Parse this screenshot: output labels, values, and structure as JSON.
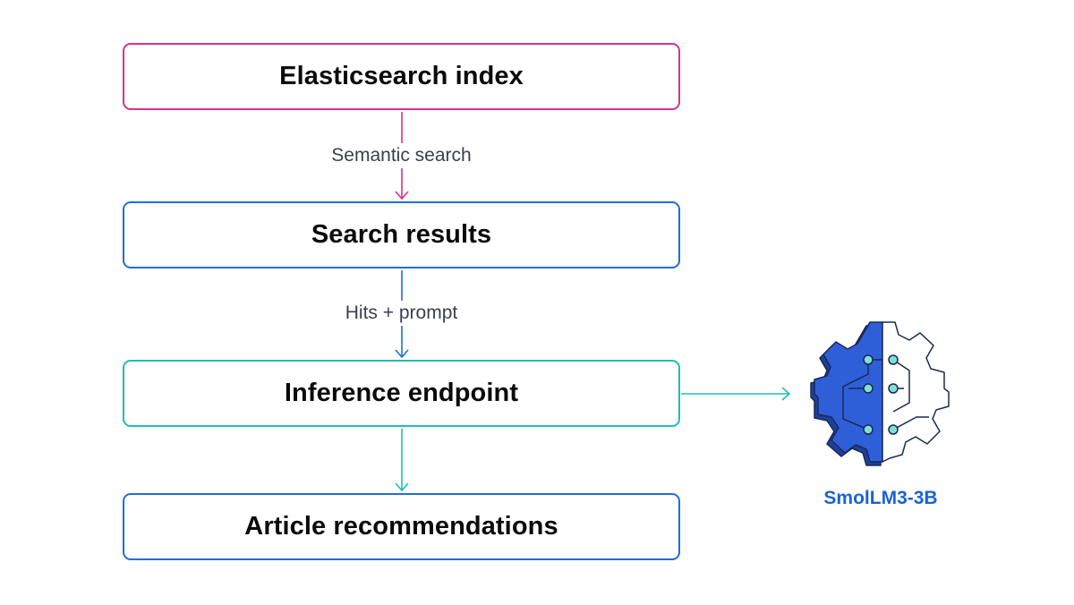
{
  "nodes": [
    {
      "id": "es-index",
      "label": "Elasticsearch index",
      "border_color": "#d6338a"
    },
    {
      "id": "search-results",
      "label": "Search results",
      "border_color": "#1f6fd6"
    },
    {
      "id": "inference-endpoint",
      "label": "Inference endpoint",
      "border_color": "#22bdb0"
    },
    {
      "id": "article-recs",
      "label": "Article recommendations",
      "border_color": "#1f6fd6"
    }
  ],
  "edges": [
    {
      "from": "es-index",
      "to": "search-results",
      "label": "Semantic search",
      "color": "#d6338a"
    },
    {
      "from": "search-results",
      "to": "inference-endpoint",
      "label": "Hits + prompt",
      "color": "#1f6fd6"
    },
    {
      "from": "inference-endpoint",
      "to": "article-recs",
      "label": "",
      "color": "#22bdb0"
    },
    {
      "from": "inference-endpoint",
      "to": "model",
      "label": "",
      "color": "#22bdb0"
    }
  ],
  "model": {
    "label": "SmolLM3-3B",
    "icon": "gear-brain-icon",
    "colors": {
      "primary": "#2f5fd8",
      "dark": "#1d3f9e",
      "node": "#7fe0d3",
      "outline": "#1b2a52"
    }
  }
}
